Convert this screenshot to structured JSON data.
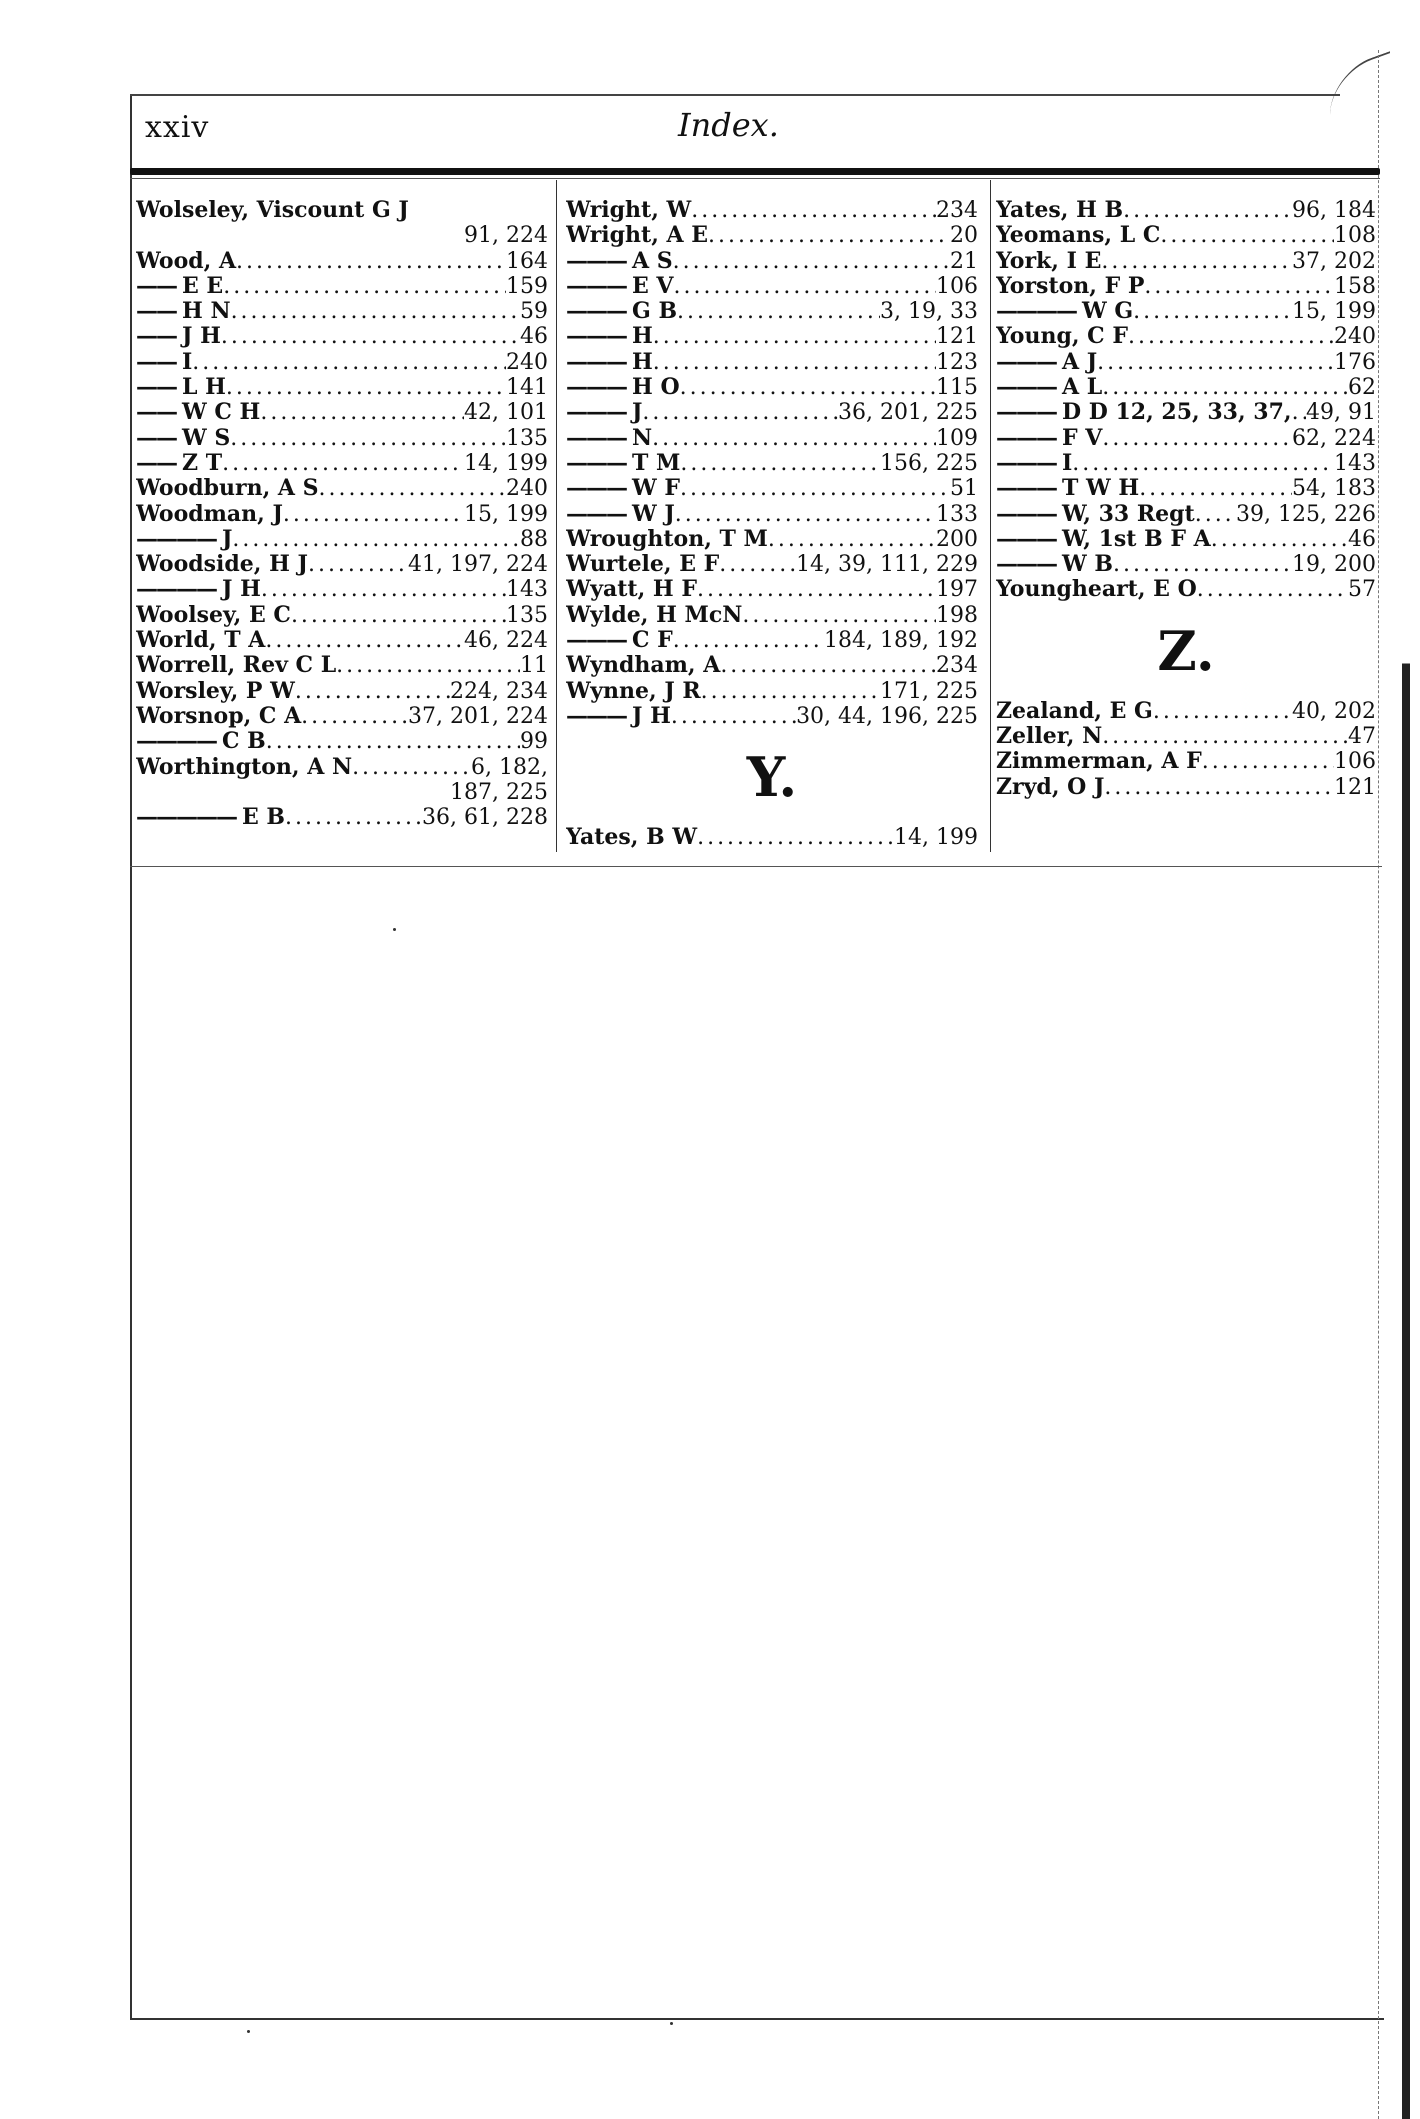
{
  "header": {
    "page_number": "xxiv",
    "title": "Index."
  },
  "columns": [
    {
      "items": [
        {
          "prefix": "",
          "name": "Wolseley, Viscount G J",
          "pages": "",
          "cont": "91, 224"
        },
        {
          "prefix": "",
          "name": "Wood, A",
          "pages": "164"
        },
        {
          "prefix": "——",
          "name": "E E",
          "pages": "159"
        },
        {
          "prefix": "——",
          "name": "H N",
          "pages": "59"
        },
        {
          "prefix": "——",
          "name": "J H",
          "pages": "46"
        },
        {
          "prefix": "——",
          "name": "I",
          "pages": "240"
        },
        {
          "prefix": "——",
          "name": "L H",
          "pages": "141"
        },
        {
          "prefix": "——",
          "name": "W C H",
          "pages": "42, 101"
        },
        {
          "prefix": "——",
          "name": "W S",
          "pages": "135"
        },
        {
          "prefix": "——",
          "name": "Z T",
          "pages": "14, 199"
        },
        {
          "prefix": "",
          "name": "Woodburn, A S",
          "pages": "240"
        },
        {
          "prefix": "",
          "name": "Woodman, J",
          "pages": "15, 199"
        },
        {
          "prefix": "————",
          "name": "J",
          "pages": "88"
        },
        {
          "prefix": "",
          "name": "Woodside, H J",
          "pages": "41, 197, 224"
        },
        {
          "prefix": "————",
          "name": "J H",
          "pages": "143"
        },
        {
          "prefix": "",
          "name": "Woolsey, E C",
          "pages": "135"
        },
        {
          "prefix": "",
          "name": "World, T A",
          "pages": "46, 224"
        },
        {
          "prefix": "",
          "name": "Worrell, Rev C L",
          "pages": "11"
        },
        {
          "prefix": "",
          "name": "Worsley, P W",
          "pages": "224, 234"
        },
        {
          "prefix": "",
          "name": "Worsnop, C A",
          "pages": "37, 201, 224"
        },
        {
          "prefix": "————",
          "name": "C B",
          "pages": "99"
        },
        {
          "prefix": "",
          "name": "Worthington, A N",
          "pages": "6, 182,",
          "cont": "187, 225"
        },
        {
          "prefix": "—————",
          "name": "E B",
          "pages": "36, 61, 228"
        }
      ]
    },
    {
      "items": [
        {
          "prefix": "",
          "name": "Wright, W",
          "pages": "234"
        },
        {
          "prefix": "",
          "name": "Wright, A E",
          "pages": "20"
        },
        {
          "prefix": "———",
          "name": "A S",
          "pages": "21"
        },
        {
          "prefix": "———",
          "name": "E V",
          "pages": "106"
        },
        {
          "prefix": "———",
          "name": "G B",
          "pages": "3, 19, 33"
        },
        {
          "prefix": "———",
          "name": "H",
          "pages": "121"
        },
        {
          "prefix": "———",
          "name": "H",
          "pages": "123"
        },
        {
          "prefix": "———",
          "name": "H O",
          "pages": "115"
        },
        {
          "prefix": "———",
          "name": "J",
          "pages": "36, 201, 225"
        },
        {
          "prefix": "———",
          "name": "N",
          "pages": "109"
        },
        {
          "prefix": "———",
          "name": "T M",
          "pages": "156, 225"
        },
        {
          "prefix": "———",
          "name": "W F",
          "pages": "51"
        },
        {
          "prefix": "———",
          "name": "W J",
          "pages": "133"
        },
        {
          "prefix": "",
          "name": "Wroughton, T M",
          "pages": "200"
        },
        {
          "prefix": "",
          "name": "Wurtele, E F",
          "pages": "14, 39, 111, 229"
        },
        {
          "prefix": "",
          "name": "Wyatt, H F",
          "pages": "197"
        },
        {
          "prefix": "",
          "name": "Wylde, H McN",
          "pages": "198"
        },
        {
          "prefix": "———",
          "name": "C F",
          "pages": "184, 189, 192"
        },
        {
          "prefix": "",
          "name": "Wyndham, A",
          "pages": "234"
        },
        {
          "prefix": "",
          "name": "Wynne, J R",
          "pages": "171, 225"
        },
        {
          "prefix": "———",
          "name": "J H",
          "pages": "30, 44, 196, 225"
        },
        {
          "letter": "Y."
        },
        {
          "prefix": "",
          "name": "Yates, B W",
          "pages": "14, 199"
        }
      ]
    },
    {
      "items": [
        {
          "prefix": "",
          "name": "Yates, H B",
          "pages": "96, 184"
        },
        {
          "prefix": "",
          "name": "Yeomans, L C",
          "pages": "108"
        },
        {
          "prefix": "",
          "name": "York, I E",
          "pages": "37, 202"
        },
        {
          "prefix": "",
          "name": "Yorston, F P",
          "pages": "158"
        },
        {
          "prefix": "————",
          "name": "W G",
          "pages": "15, 199"
        },
        {
          "prefix": "",
          "name": "Young, C F",
          "pages": "240"
        },
        {
          "prefix": "———",
          "name": "A J",
          "pages": "176"
        },
        {
          "prefix": "———",
          "name": "A L",
          "pages": "62"
        },
        {
          "prefix": "———",
          "name": "D D 12, 25, 33, 37,",
          "pages": "49, 91"
        },
        {
          "prefix": "———",
          "name": "F V",
          "pages": "62, 224"
        },
        {
          "prefix": "———",
          "name": "I",
          "pages": "143"
        },
        {
          "prefix": "———",
          "name": "T W H",
          "pages": "54, 183"
        },
        {
          "prefix": "———",
          "name": "W, 33 Regt",
          "pages": "39, 125, 226"
        },
        {
          "prefix": "———",
          "name": "W, 1st B F A",
          "pages": "46"
        },
        {
          "prefix": "———",
          "name": "W B",
          "pages": "19, 200"
        },
        {
          "prefix": "",
          "name": "Youngheart, E O",
          "pages": "57"
        },
        {
          "letter": "Z."
        },
        {
          "prefix": "",
          "name": "Zealand, E G",
          "pages": "40, 202"
        },
        {
          "prefix": "",
          "name": "Zeller, N",
          "pages": "47"
        },
        {
          "prefix": "",
          "name": "Zimmerman, A F",
          "pages": "106"
        },
        {
          "prefix": "",
          "name": "Zryd, O J",
          "pages": "121"
        }
      ]
    }
  ]
}
